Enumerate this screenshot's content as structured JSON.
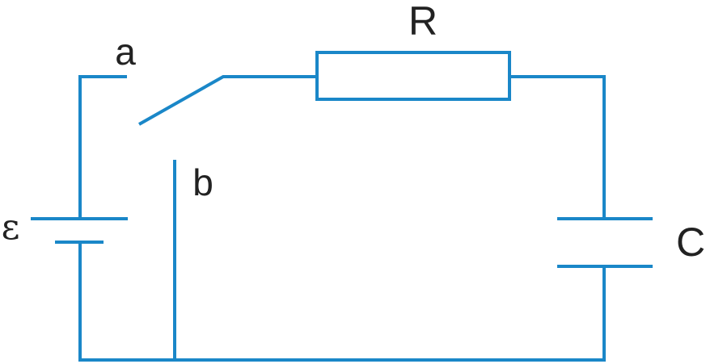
{
  "colors": {
    "wire": "#1a87c8",
    "label": "#222222",
    "background": "#ffffff"
  },
  "labels": {
    "resistor": "R",
    "capacitor": "C",
    "emf": "ε",
    "terminal_a": "a",
    "terminal_b": "b"
  }
}
